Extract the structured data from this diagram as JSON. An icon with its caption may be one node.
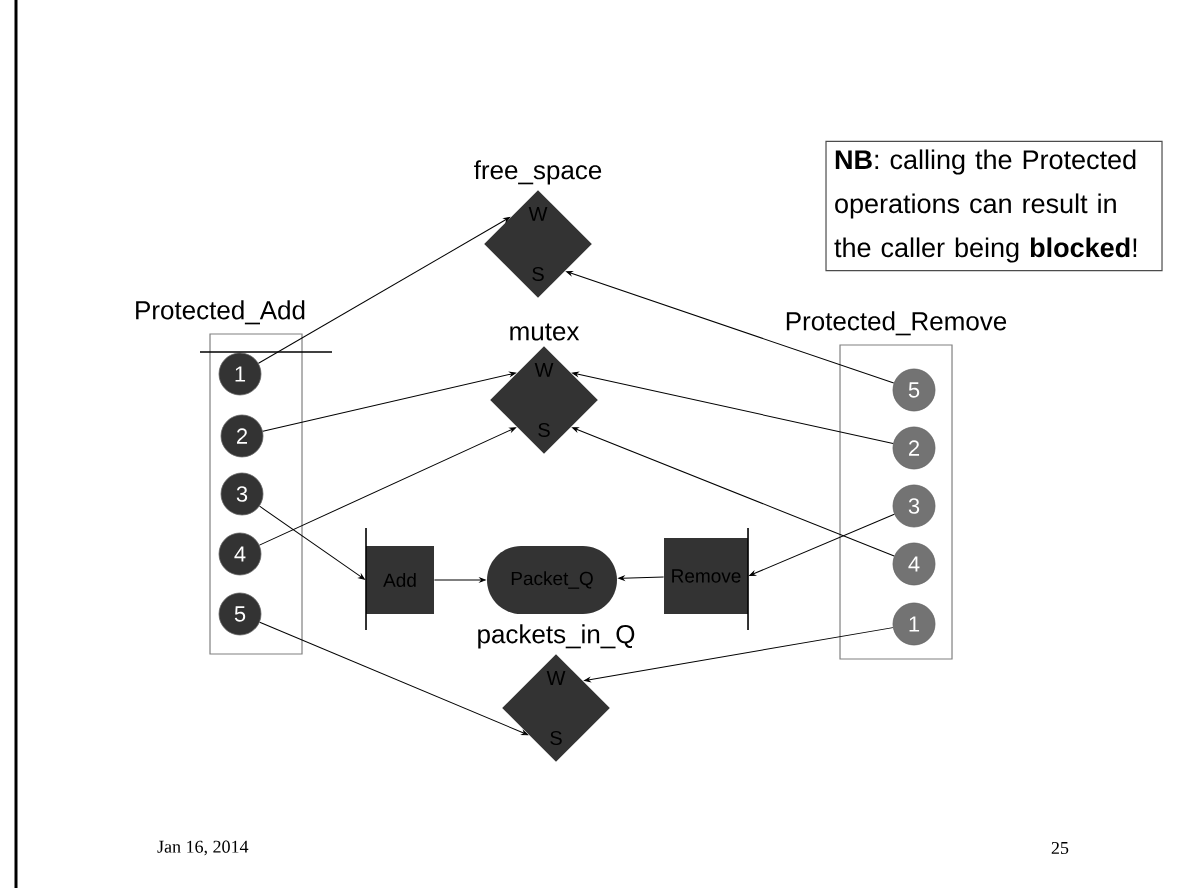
{
  "diagram": {
    "nodes": [
      {
        "text": [
          "Protected_Add"
        ]
      },
      {
        "text": [
          "1"
        ],
        "in": 0
      },
      {
        "text": [
          "2"
        ],
        "in": 0
      },
      {
        "text": [
          "3"
        ],
        "in": 0
      },
      {
        "text": [
          "4"
        ],
        "in": 0
      },
      {
        "text": [
          "5"
        ],
        "in": 0
      },
      {
        "text": [
          "free_space",
          "W",
          "S"
        ]
      },
      {
        "text": [
          "mutex",
          "W",
          "S"
        ]
      },
      {
        "text": [
          "packets_in_Q",
          "W",
          "S"
        ]
      },
      {
        "text": [
          "Add"
        ]
      },
      {
        "text": [
          "Packet_Q"
        ]
      },
      {
        "text": [
          "Remove"
        ]
      },
      {
        "text": [
          "Protected_Remove"
        ]
      },
      {
        "text": [
          "5"
        ],
        "in": 12
      },
      {
        "text": [
          "2"
        ],
        "in": 12
      },
      {
        "text": [
          "3"
        ],
        "in": 12
      },
      {
        "text": [
          "4"
        ],
        "in": 12
      },
      {
        "text": [
          "1"
        ],
        "in": 12
      },
      {
        "text": [
          "**NB**:  calling the Protected operations can result in the caller being **blocked**!"
        ]
      }
    ],
    "edges": [
      {
        "from": 1,
        "to": 6,
        "arrow": "to"
      },
      {
        "from": 2,
        "to": 7,
        "arrow": "to"
      },
      {
        "from": 3,
        "to": 9,
        "arrow": "to"
      },
      {
        "from": 4,
        "to": 7,
        "arrow": "to"
      },
      {
        "from": 5,
        "to": 8,
        "arrow": "to"
      },
      {
        "from": 9,
        "to": 10,
        "arrow": "to"
      },
      {
        "from": 11,
        "to": 10,
        "arrow": "to"
      },
      {
        "from": 13,
        "to": 6,
        "arrow": "to"
      },
      {
        "from": 14,
        "to": 7,
        "arrow": "to"
      },
      {
        "from": 15,
        "to": 11,
        "arrow": "to"
      },
      {
        "from": 16,
        "to": 7,
        "arrow": "to"
      },
      {
        "from": 17,
        "to": 8,
        "arrow": "to"
      }
    ],
    "labels": [
      "Jan 16, 2014",
      "25"
    ]
  }
}
